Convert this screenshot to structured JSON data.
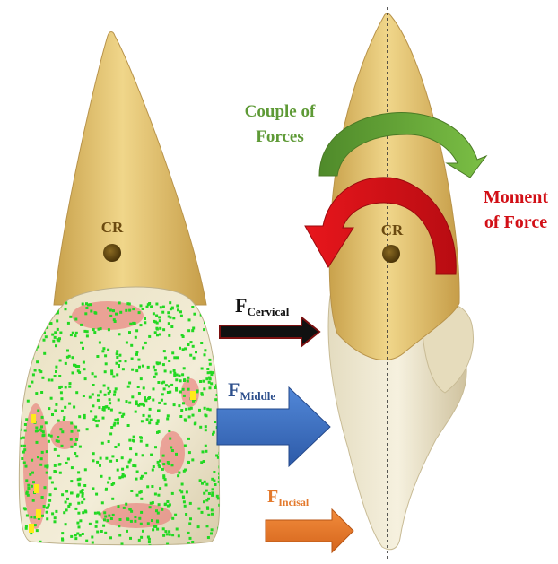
{
  "labels": {
    "cr_left": "CR",
    "cr_right": "CR",
    "couple_line1": "Couple of",
    "couple_line2": "Forces",
    "moment_line1": "Moment",
    "moment_line2": "of Force"
  },
  "forces": [
    {
      "main": "F",
      "sub": "Cervical"
    },
    {
      "main": "F",
      "sub": "Middle"
    },
    {
      "main": "F",
      "sub": "Incisal"
    }
  ],
  "colors": {
    "couple": "#5e9a36",
    "moment": "#d20f16",
    "cervical_arrow": "#111111",
    "middle_arrow": "#3b6fc4",
    "incisal_arrow": "#e3792c",
    "cr_label": "#6b4a10",
    "root": "#e6c46e",
    "crown": "#ece3c4",
    "heat_green": "#22d822",
    "heat_red": "#e86a6a",
    "heat_yellow": "#ffea1a"
  },
  "icons": {
    "cr_marker": "center-of-resistance-dot",
    "force_arrow": "right-arrow"
  }
}
